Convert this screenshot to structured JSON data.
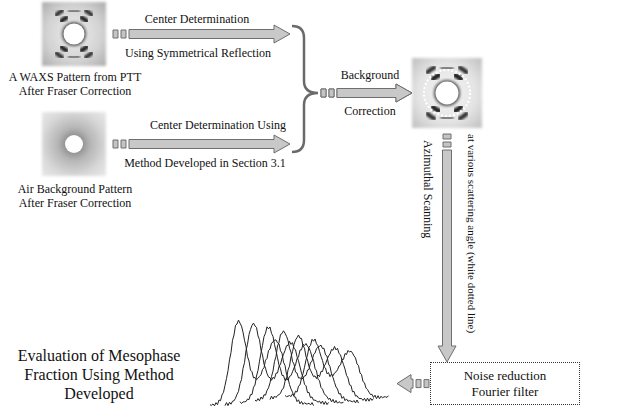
{
  "diagram": {
    "nodes": [
      {
        "text": [
          "A WAXS Pattern from PTT After Fraser Correction"
        ]
      },
      {
        "text": [
          "Air Background Pattern After Fraser Correction"
        ]
      },
      {
        "text": []
      },
      {
        "text": [
          "Noise reduction Fourier filter"
        ]
      },
      {
        "text": [
          "Evaluation of Mesophase Fraction Using Method Developed"
        ]
      }
    ],
    "edges": [
      {
        "from": 0,
        "to": 2,
        "arrow": "to"
      },
      {
        "from": 1,
        "to": 2,
        "arrow": "to"
      },
      {
        "from": 2,
        "to": 3,
        "arrow": "to"
      },
      {
        "from": 3,
        "to": 4,
        "arrow": "to"
      }
    ],
    "labels": [
      "Center Determination",
      "Using Symmetrical Reflection",
      "Center Determination Using",
      "Method Developed in Section 3.1",
      "Background",
      "Correction",
      "Azimuthal Scanning",
      "at various scattering angle (white dotted line)"
    ]
  }
}
